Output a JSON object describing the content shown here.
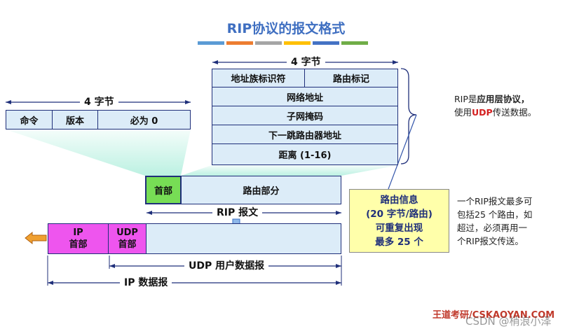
{
  "title": "RIP协议的报文格式",
  "title_bar_colors": [
    "#5b9bd5",
    "#ed7d31",
    "#a5a5a5",
    "#ffc000",
    "#4472c4",
    "#70ad47"
  ],
  "header": {
    "width_label": "4 字节",
    "fields": [
      "命令",
      "版本",
      "必为 0"
    ]
  },
  "route_entry": {
    "width_label": "4 字节",
    "row1": [
      "地址族标识符",
      "路由标记"
    ],
    "rows": [
      "网络地址",
      "子网掩码",
      "下一跳路由器地址",
      "距离 (1-16)"
    ]
  },
  "rip_message": {
    "header": "首部",
    "routing_part": "路由部分",
    "label": "RIP 报文"
  },
  "datagram": {
    "ip_header": [
      "IP",
      "首部"
    ],
    "udp_header": [
      "UDP",
      "首部"
    ],
    "udp_label": "UDP 用户数据报",
    "ip_label": "IP 数据报"
  },
  "route_info_box": [
    "路由信息",
    "(20 字节/路由)",
    "可重复出现",
    "最多 25 个"
  ],
  "notes": {
    "rip_prefix": "RIP是",
    "rip_app": "应用层协议，",
    "rip_use_prefix": "使用",
    "rip_udp": "UDP",
    "rip_use_suffix": "传送数据。",
    "max_routes": [
      "一个RIP报文最多可",
      "包括25 个路由，如",
      "超过，必须再用一",
      "个RIP报文传送。"
    ]
  },
  "footer": {
    "brand": "王道考研/CSKAOYAN.COM",
    "watermark": "CSDN @梢浪小泽"
  },
  "colors": {
    "box_fill": "#dcecf8",
    "box_border": "#1f2f7a",
    "header_green": "#77dd55",
    "ip_magenta": "#ee55ee",
    "arrow_blue": "#3a70c8",
    "yellow_box": "#ffffaa",
    "funnel": "#b8f0e0",
    "back_arrow": "#f0a030",
    "down_arrow": "#8fb8ea"
  }
}
